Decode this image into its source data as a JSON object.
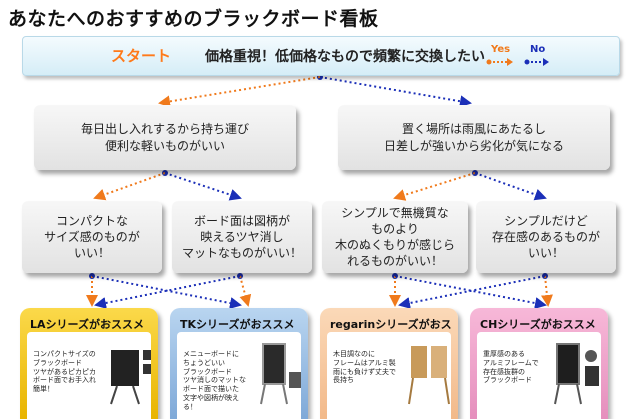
{
  "title": "あなたへのおすすめのブラックボード看板",
  "start": {
    "label": "スタート",
    "question": "価格重視！低価格なもので頻繁に交換したい",
    "legend_yes": "Yes",
    "legend_no": "No"
  },
  "colors": {
    "yes": "#f07a1c",
    "no": "#1b2fb8",
    "start_label": "#ff7a1a"
  },
  "level1": [
    {
      "text": "毎日出し入れするから持ち運び\n便利な軽いものがいい"
    },
    {
      "text": "置く場所は雨風にあたるし\n日差しが強いから劣化が気になる"
    }
  ],
  "level2": [
    {
      "text": "コンパクトな\nサイズ感のものが\nいい！"
    },
    {
      "text": "ボード面は図柄が\n映えるツヤ消し\nマットなものがいい！"
    },
    {
      "text": "シンプルで無機質な\nものより\n木のぬくもりが感じら\nれるものがいい！"
    },
    {
      "text": "シンプルだけど\n存在感のあるものが\nいい！"
    }
  ],
  "results": [
    {
      "title": "LAシリーズがおススメ",
      "desc": "コンパクトサイズの\nブラックボード\nツヤがあるピカピカ\nボード面でお手入れ\n簡単！"
    },
    {
      "title": "TKシリーズがおススメ",
      "desc": "メニューボードに\nちょうどいい\nブラックボード\nツヤ消しのマットな\nボード面で描いた\n文字や図柄が映え\nる！"
    },
    {
      "title": "regarinシリーズがおススメ",
      "desc": "木目調なのに\nフレームはアルミ製\n雨にも負けず丈夫で\n長持ち"
    },
    {
      "title": "CHシリーズがおススメ",
      "desc": "重厚感のある\nアルミフレームで\n存在感抜群の\nブラックボード"
    }
  ]
}
